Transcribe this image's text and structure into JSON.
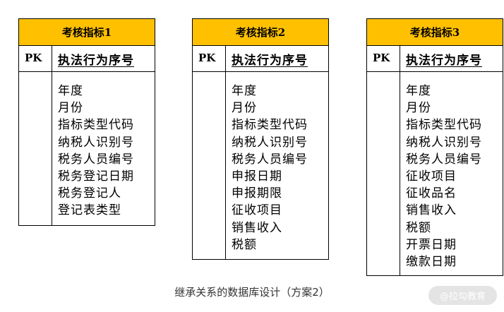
{
  "entities": [
    {
      "title": "考核指标1",
      "pk_label": "PK",
      "pk_field": "执法行为序号",
      "attributes": [
        "年度",
        "月份",
        "指标类型代码",
        "纳税人识别号",
        "税务人员编号",
        "税务登记日期",
        "税务登记人",
        "登记表类型"
      ]
    },
    {
      "title": "考核指标2",
      "pk_label": "PK",
      "pk_field": "执法行为序号",
      "attributes": [
        "年度",
        "月份",
        "指标类型代码",
        "纳税人识别号",
        "税务人员编号",
        "申报日期",
        "申报期限",
        "征收项目",
        "销售收入",
        "税额"
      ]
    },
    {
      "title": "考核指标3",
      "pk_label": "PK",
      "pk_field": "执法行为序号",
      "attributes": [
        "年度",
        "月份",
        "指标类型代码",
        "纳税人识别号",
        "税务人员编号",
        "征收项目",
        "征收品名",
        "销售收入",
        "税额",
        "开票日期",
        "缴款日期"
      ]
    }
  ],
  "caption": "继承关系的数据库设计（方案2）",
  "watermark": "@拉勾教育",
  "colors": {
    "header_fill": "#ffc000",
    "border": "#000000",
    "watermark_bg": "#e4e4e4"
  }
}
